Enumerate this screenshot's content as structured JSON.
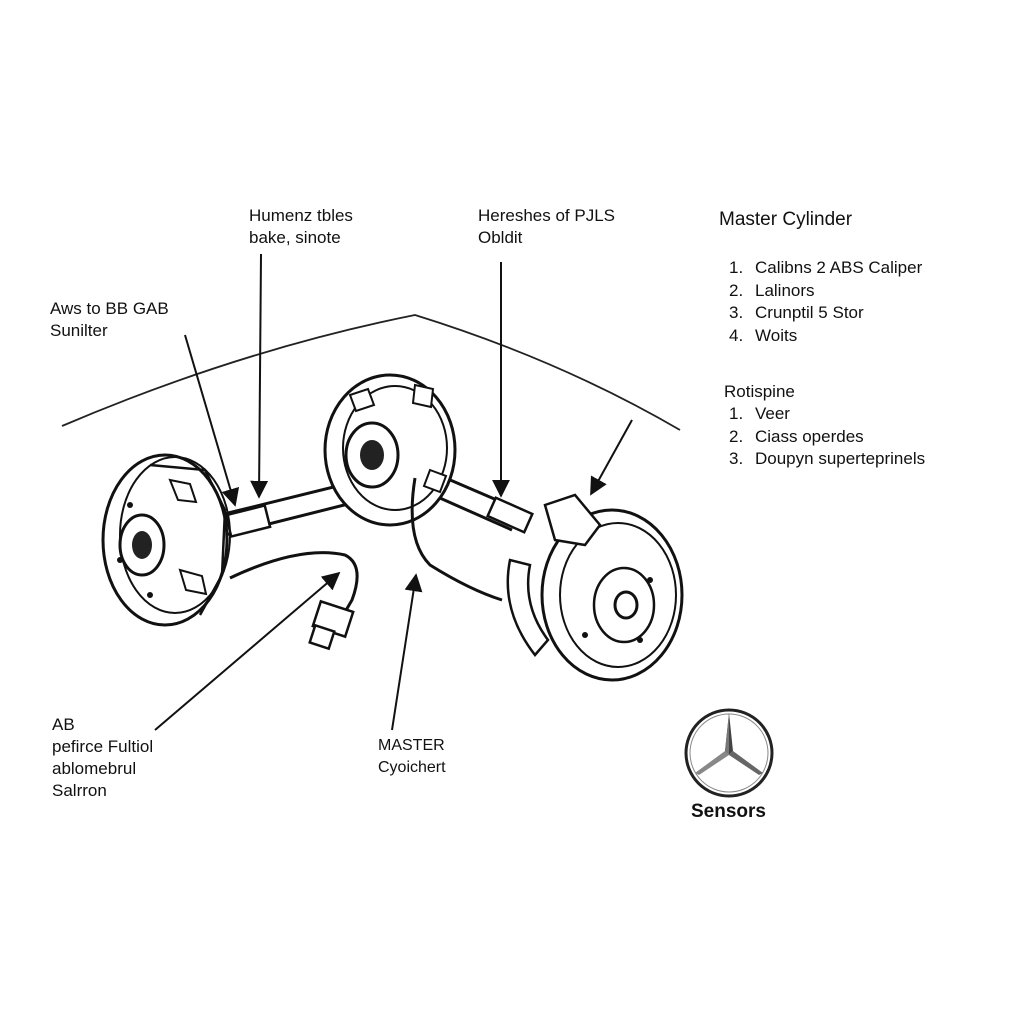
{
  "callouts": {
    "top_left": {
      "line1": "Aws to BB GAB",
      "line2": "Sunilter"
    },
    "top_mid": {
      "line1": "Humenz tbles",
      "line2": "bake, sinote"
    },
    "top_right": {
      "line1": "Hereshes of PJLS",
      "line2": "Obldit"
    },
    "bottom_left": {
      "line1": "AB",
      "line2": "pefirce Fultiol",
      "line3": "ablomebrul",
      "line4": "Salrron"
    },
    "bottom_mid": {
      "line1": "MASTER",
      "line2": "Cyoichert"
    }
  },
  "legend": {
    "master_title": "Master Cylinder",
    "master_items": [
      {
        "num": "1.",
        "text": "Calibns 2 ABS Caliper"
      },
      {
        "num": "2.",
        "text": "Lalinors"
      },
      {
        "num": "3.",
        "text": "Crunptil 5 Stor"
      },
      {
        "num": "4.",
        "text": "Woits"
      }
    ],
    "rot_title": "Rotispine",
    "rot_items": [
      {
        "num": "1.",
        "text": "Veer"
      },
      {
        "num": "2.",
        "text": "Ciass operdes"
      },
      {
        "num": "3.",
        "text": "Doupyn superteprinels"
      }
    ]
  },
  "logo": {
    "icon": "three-pointed-star-icon",
    "caption": "Sensors"
  },
  "colors": {
    "ink": "#111111",
    "paper": "#ffffff"
  }
}
